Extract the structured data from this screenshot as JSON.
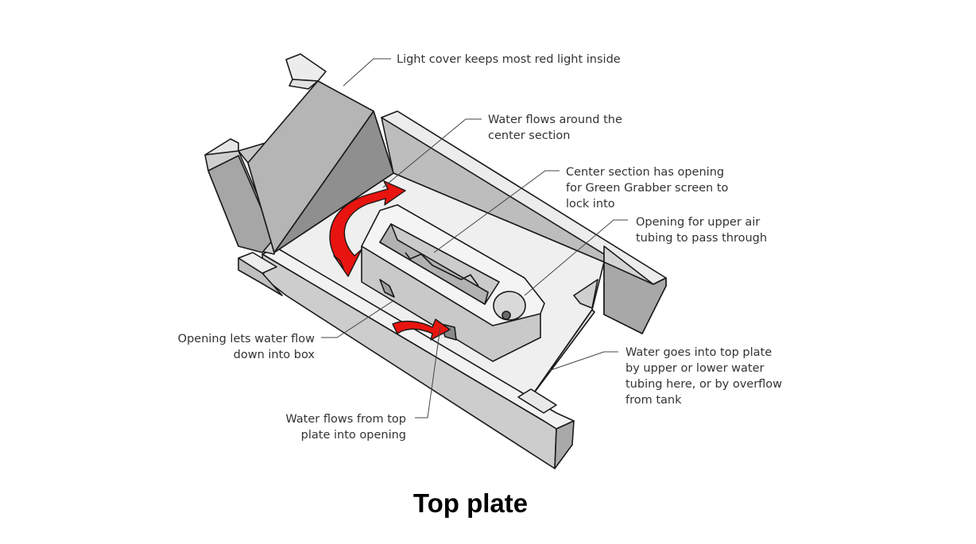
{
  "title": "Top plate",
  "colors": {
    "flow_arrow": "#e8140f",
    "face_light": "#e6e6e6",
    "face_mid": "#cfcfcf",
    "face_dark": "#9a9a9a",
    "text": "#333333"
  },
  "callouts": {
    "light_cover": {
      "lines": [
        "Light cover keeps most red light inside"
      ]
    },
    "water_around": {
      "lines": [
        "Water flows around the",
        "center section"
      ]
    },
    "center_section": {
      "lines": [
        "Center section has opening",
        "for Green Grabber screen to",
        "lock into"
      ]
    },
    "air_opening": {
      "lines": [
        "Opening for upper air",
        "tubing to pass through"
      ]
    },
    "opening_down": {
      "lines": [
        "Opening lets water flow",
        "down into box"
      ]
    },
    "water_goes": {
      "lines": [
        "Water goes into top plate",
        "by upper or lower water",
        "tubing here, or by overflow",
        "from tank"
      ]
    },
    "water_from_top": {
      "lines": [
        "Water flows from top",
        "plate into opening"
      ]
    }
  }
}
